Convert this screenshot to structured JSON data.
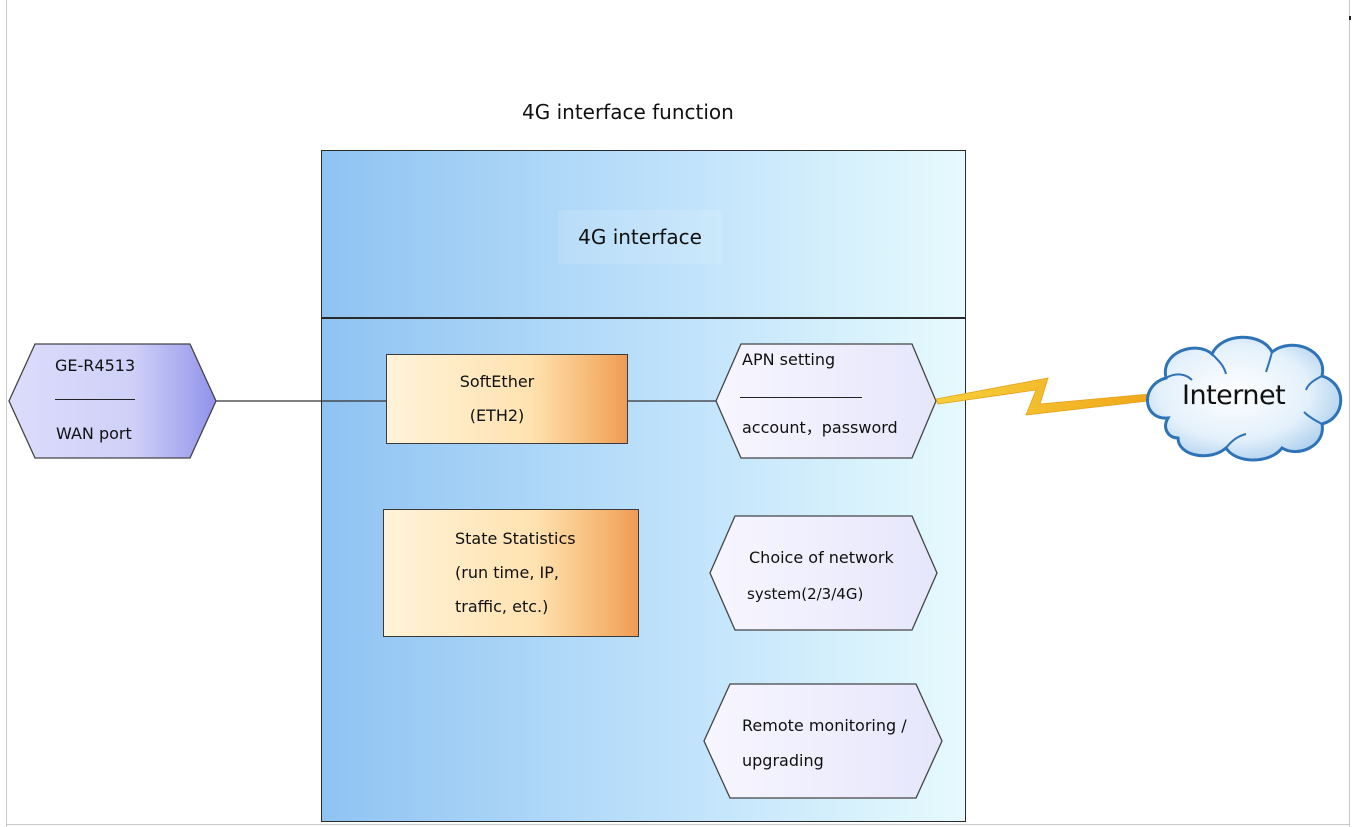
{
  "title": "4G interface function",
  "header": {
    "label": "4G interface"
  },
  "wan_node": {
    "line1": "GE-R4513",
    "line2": "WAN port"
  },
  "softether": {
    "line1": "SoftEther",
    "line2": "(ETH2)"
  },
  "state_statistics": {
    "line1": "State Statistics",
    "line2": "(run time, IP,",
    "line3": "traffic, etc.)"
  },
  "apn_node": {
    "line1": "APN setting",
    "line2": "account，password"
  },
  "network_choice_node": {
    "line1": "Choice of network",
    "line2": "system(2/3/4G)"
  },
  "remote_node": {
    "line1": "Remote monitoring /",
    "line2": "upgrading"
  },
  "cloud": {
    "label": "Internet"
  },
  "colors": {
    "box_gradient_left": "#8fc3f2",
    "box_gradient_right": "#e6fafd",
    "orange_box": "#f5b46e",
    "hexagon_fill": "#f1efff",
    "hexagon_wan_fill": "#c6c8f6",
    "lightning": "#f2b21a",
    "cloud_outline": "#2e73b8"
  }
}
